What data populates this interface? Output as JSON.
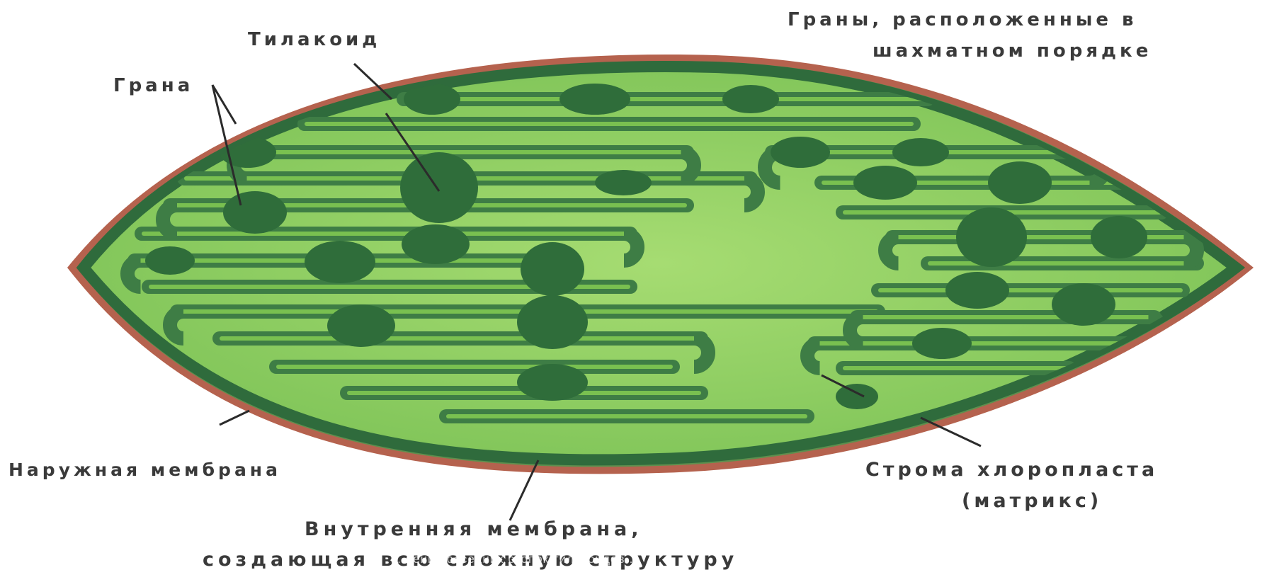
{
  "labels": {
    "grany_shakhmatno_line1": "Граны, расположенные в",
    "grany_shakhmatno_line2": "шахматном порядке",
    "tilakoid": "Тилакоид",
    "grana": "Грана",
    "naruzhnaya_membrana": "Наружная мембрана",
    "stroma_line1": "Строма хлоропласта",
    "stroma_line2": "(матрикс)",
    "vnutrennyaya_line1": "Внутренняя мембрана,",
    "vnutrennyaya_line2": "создающая всю сложную структуру"
  },
  "watermark": "…пение соседних стопок тилакоидов…",
  "colors": {
    "outer_membrane": "#b5624e",
    "inner_membrane": "#2f6b3c",
    "stroma": "#8fcf63",
    "thylakoid": "#3e7d45",
    "granum": "#2f6d3a",
    "label_text": "#3a3a3a",
    "leader_line": "#2b2b2b"
  }
}
